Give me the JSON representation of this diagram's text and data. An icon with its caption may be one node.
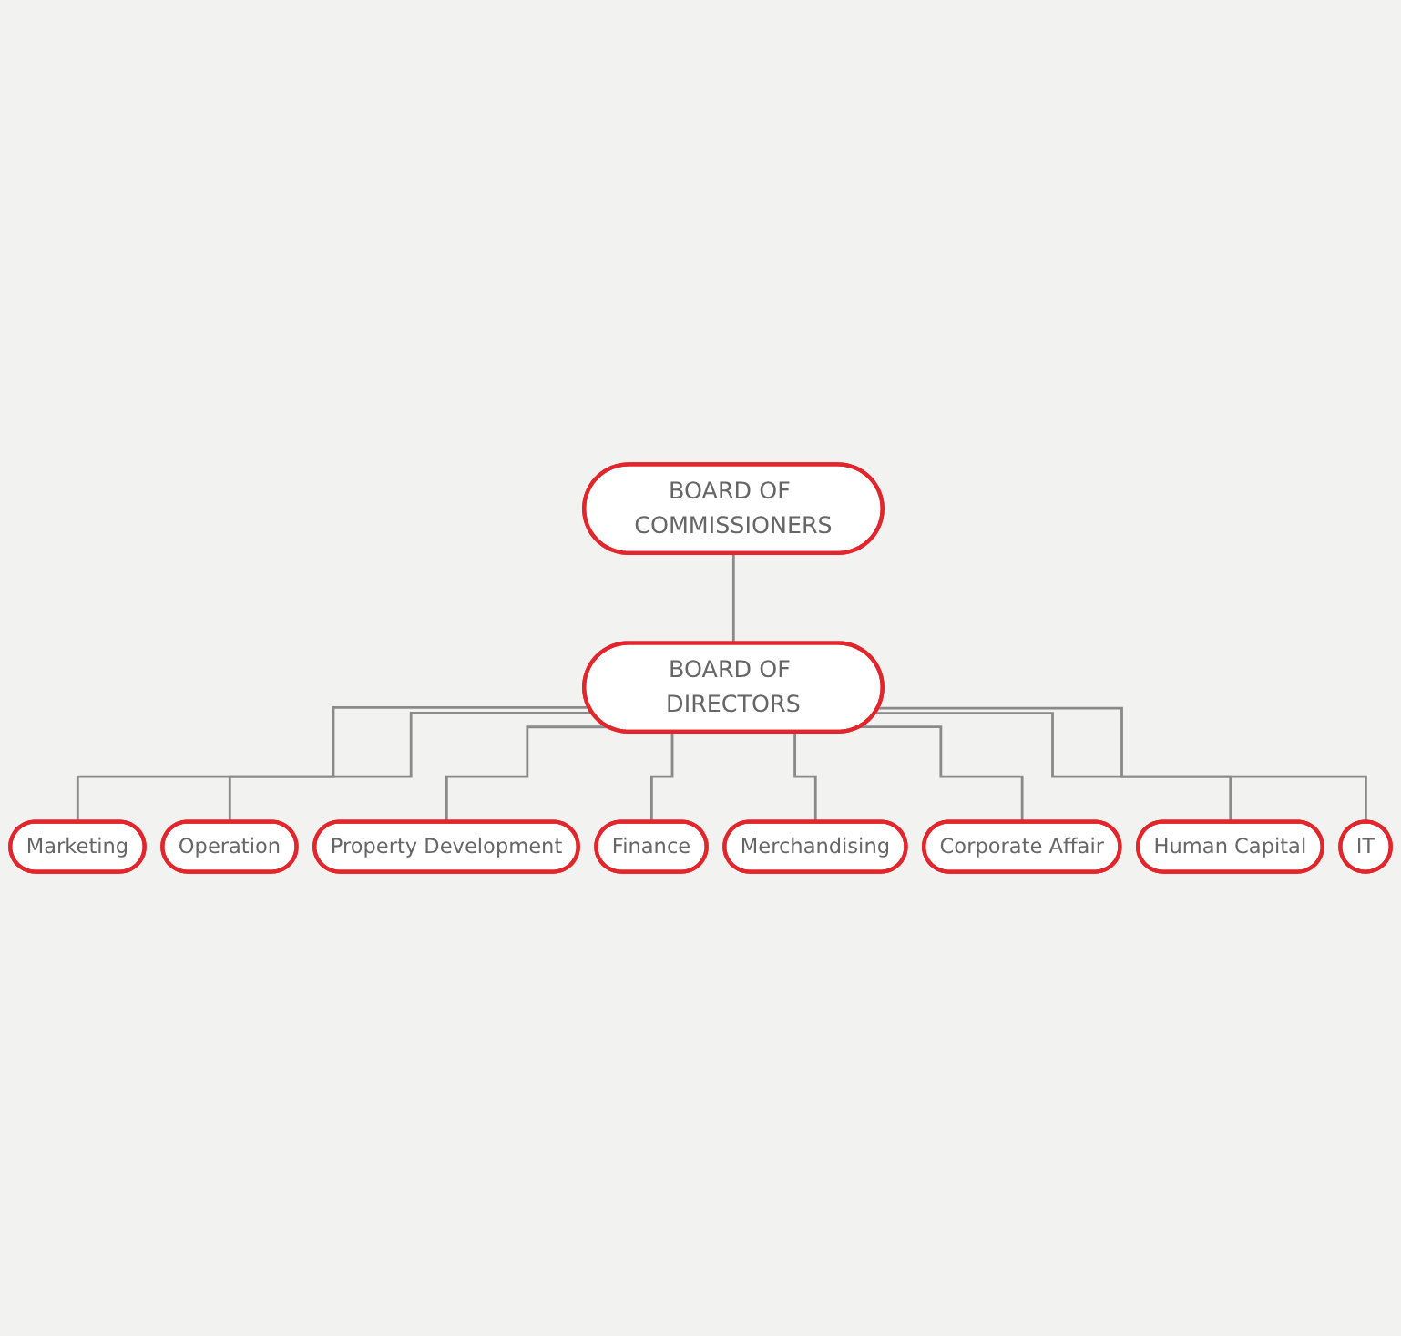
{
  "diagram": {
    "nodes": [
      {
        "text": [
          "BOARD OF COMMISSIONERS"
        ]
      },
      {
        "text": [
          "BOARD OF DIRECTORS"
        ]
      },
      {
        "text": [
          "Marketing"
        ]
      },
      {
        "text": [
          "Operation"
        ]
      },
      {
        "text": [
          "Property Development"
        ]
      },
      {
        "text": [
          "Finance"
        ]
      },
      {
        "text": [
          "Merchandising"
        ]
      },
      {
        "text": [
          "Corporate Affair"
        ]
      },
      {
        "text": [
          "Human Capital"
        ]
      },
      {
        "text": [
          "IT"
        ]
      }
    ],
    "edges": [
      {
        "from": 0,
        "to": 1,
        "arrow": "none"
      },
      {
        "from": 1,
        "to": 2,
        "arrow": "none"
      },
      {
        "from": 1,
        "to": 3,
        "arrow": "none"
      },
      {
        "from": 1,
        "to": 4,
        "arrow": "none"
      },
      {
        "from": 1,
        "to": 5,
        "arrow": "none"
      },
      {
        "from": 1,
        "to": 6,
        "arrow": "none"
      },
      {
        "from": 1,
        "to": 7,
        "arrow": "none"
      },
      {
        "from": 1,
        "to": 8,
        "arrow": "none"
      },
      {
        "from": 1,
        "to": 9,
        "arrow": "none"
      }
    ]
  }
}
